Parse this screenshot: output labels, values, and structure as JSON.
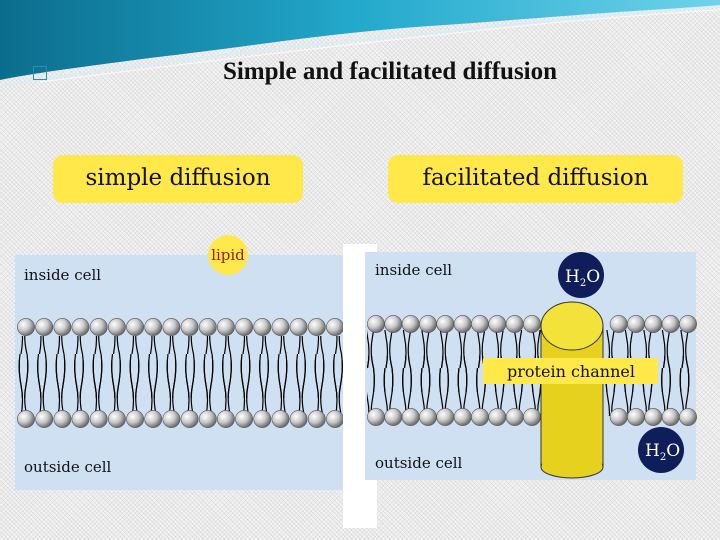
{
  "slide": {
    "title": "Simple and facilitated diffusion",
    "bullet_icon": "square-bullet-icon"
  },
  "left_panel": {
    "header": "simple diffusion",
    "inside_label": "inside cell",
    "outside_label": "outside cell",
    "molecule_label": "lipid",
    "molecule_color": "#ffe94a"
  },
  "right_panel": {
    "header": "facilitated diffusion",
    "inside_label": "inside cell",
    "outside_label": "outside cell",
    "channel_label": "protein channel",
    "channel_color": "#e6d21e",
    "molecule_top": {
      "main": "H",
      "sub": "2",
      "tail": "O"
    },
    "molecule_bottom": {
      "main": "H",
      "sub": "2",
      "tail": "O"
    },
    "molecule_color": "#0f1e5a"
  },
  "colors": {
    "accent_teal": "#1a8db6",
    "panel_blue": "#cfe0f3",
    "header_yellow": "#ffe94a"
  }
}
